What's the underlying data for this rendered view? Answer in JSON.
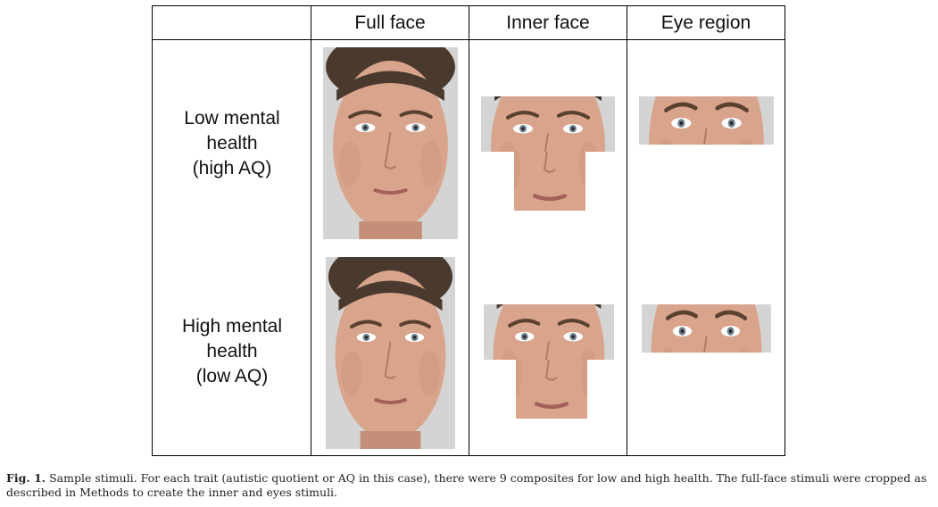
{
  "table": {
    "headers": [
      "",
      "Full face",
      "Inner face",
      "Eye region"
    ],
    "rows": [
      {
        "label_lines": [
          "Low mental",
          "health",
          "(high AQ)"
        ]
      },
      {
        "label_lines": [
          "High mental",
          "health",
          "(low AQ)"
        ]
      }
    ]
  },
  "caption": {
    "label": "Fig. 1.",
    "text": "Sample stimuli. For each trait (autistic quotient or AQ in this case), there were 9 composites for low and high health. The full-face stimuli were cropped as described in Methods to create the inner and eyes stimuli."
  },
  "colors": {
    "skin": "#d9a48c",
    "hair": "#4a3a2e",
    "background_gray": "#cfcfcf"
  }
}
